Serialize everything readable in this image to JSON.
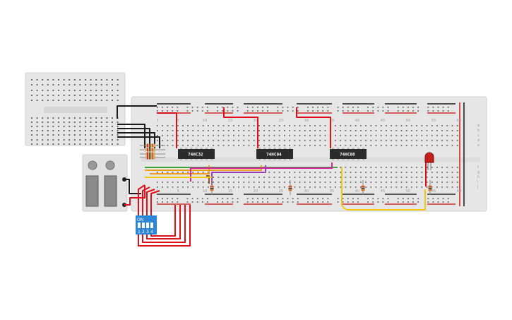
{
  "breadboard": {
    "column_numbers": [
      "1",
      "5",
      "10",
      "15",
      "20",
      "25",
      "30",
      "35",
      "40",
      "45",
      "50",
      "55",
      "60"
    ],
    "row_letters_top": [
      "a",
      "b",
      "c",
      "d",
      "e"
    ],
    "row_letters_bottom": [
      "f",
      "g",
      "h",
      "i",
      "j"
    ]
  },
  "chips": [
    {
      "name": "chip-74hc32",
      "label": "74HC32"
    },
    {
      "name": "chip-74hc04",
      "label": "74HC04"
    },
    {
      "name": "chip-74hc08",
      "label": "74HC08"
    }
  ],
  "dip_switch": {
    "on_label": "ON",
    "switch_numbers": [
      "1",
      "2",
      "3",
      "4"
    ]
  },
  "colors": {
    "board": "#e6e6e6",
    "hole": "#6a6a6a",
    "rail_red": "#d42a2a",
    "rail_black": "#222222",
    "chip": "#2b2b2b",
    "dip_blue": "#2e86d4",
    "led_red": "#c41e1e",
    "wire_red": "#e0101a",
    "wire_black": "#1a1a1a",
    "wire_yellow": "#f2c811",
    "wire_green": "#3aa63a",
    "wire_orange": "#f09a1a",
    "wire_purple": "#9b3fb5",
    "wire_magenta": "#d4269c",
    "wire_blue": "#4aa0e8",
    "wire_brown": "#8a5a2a"
  }
}
